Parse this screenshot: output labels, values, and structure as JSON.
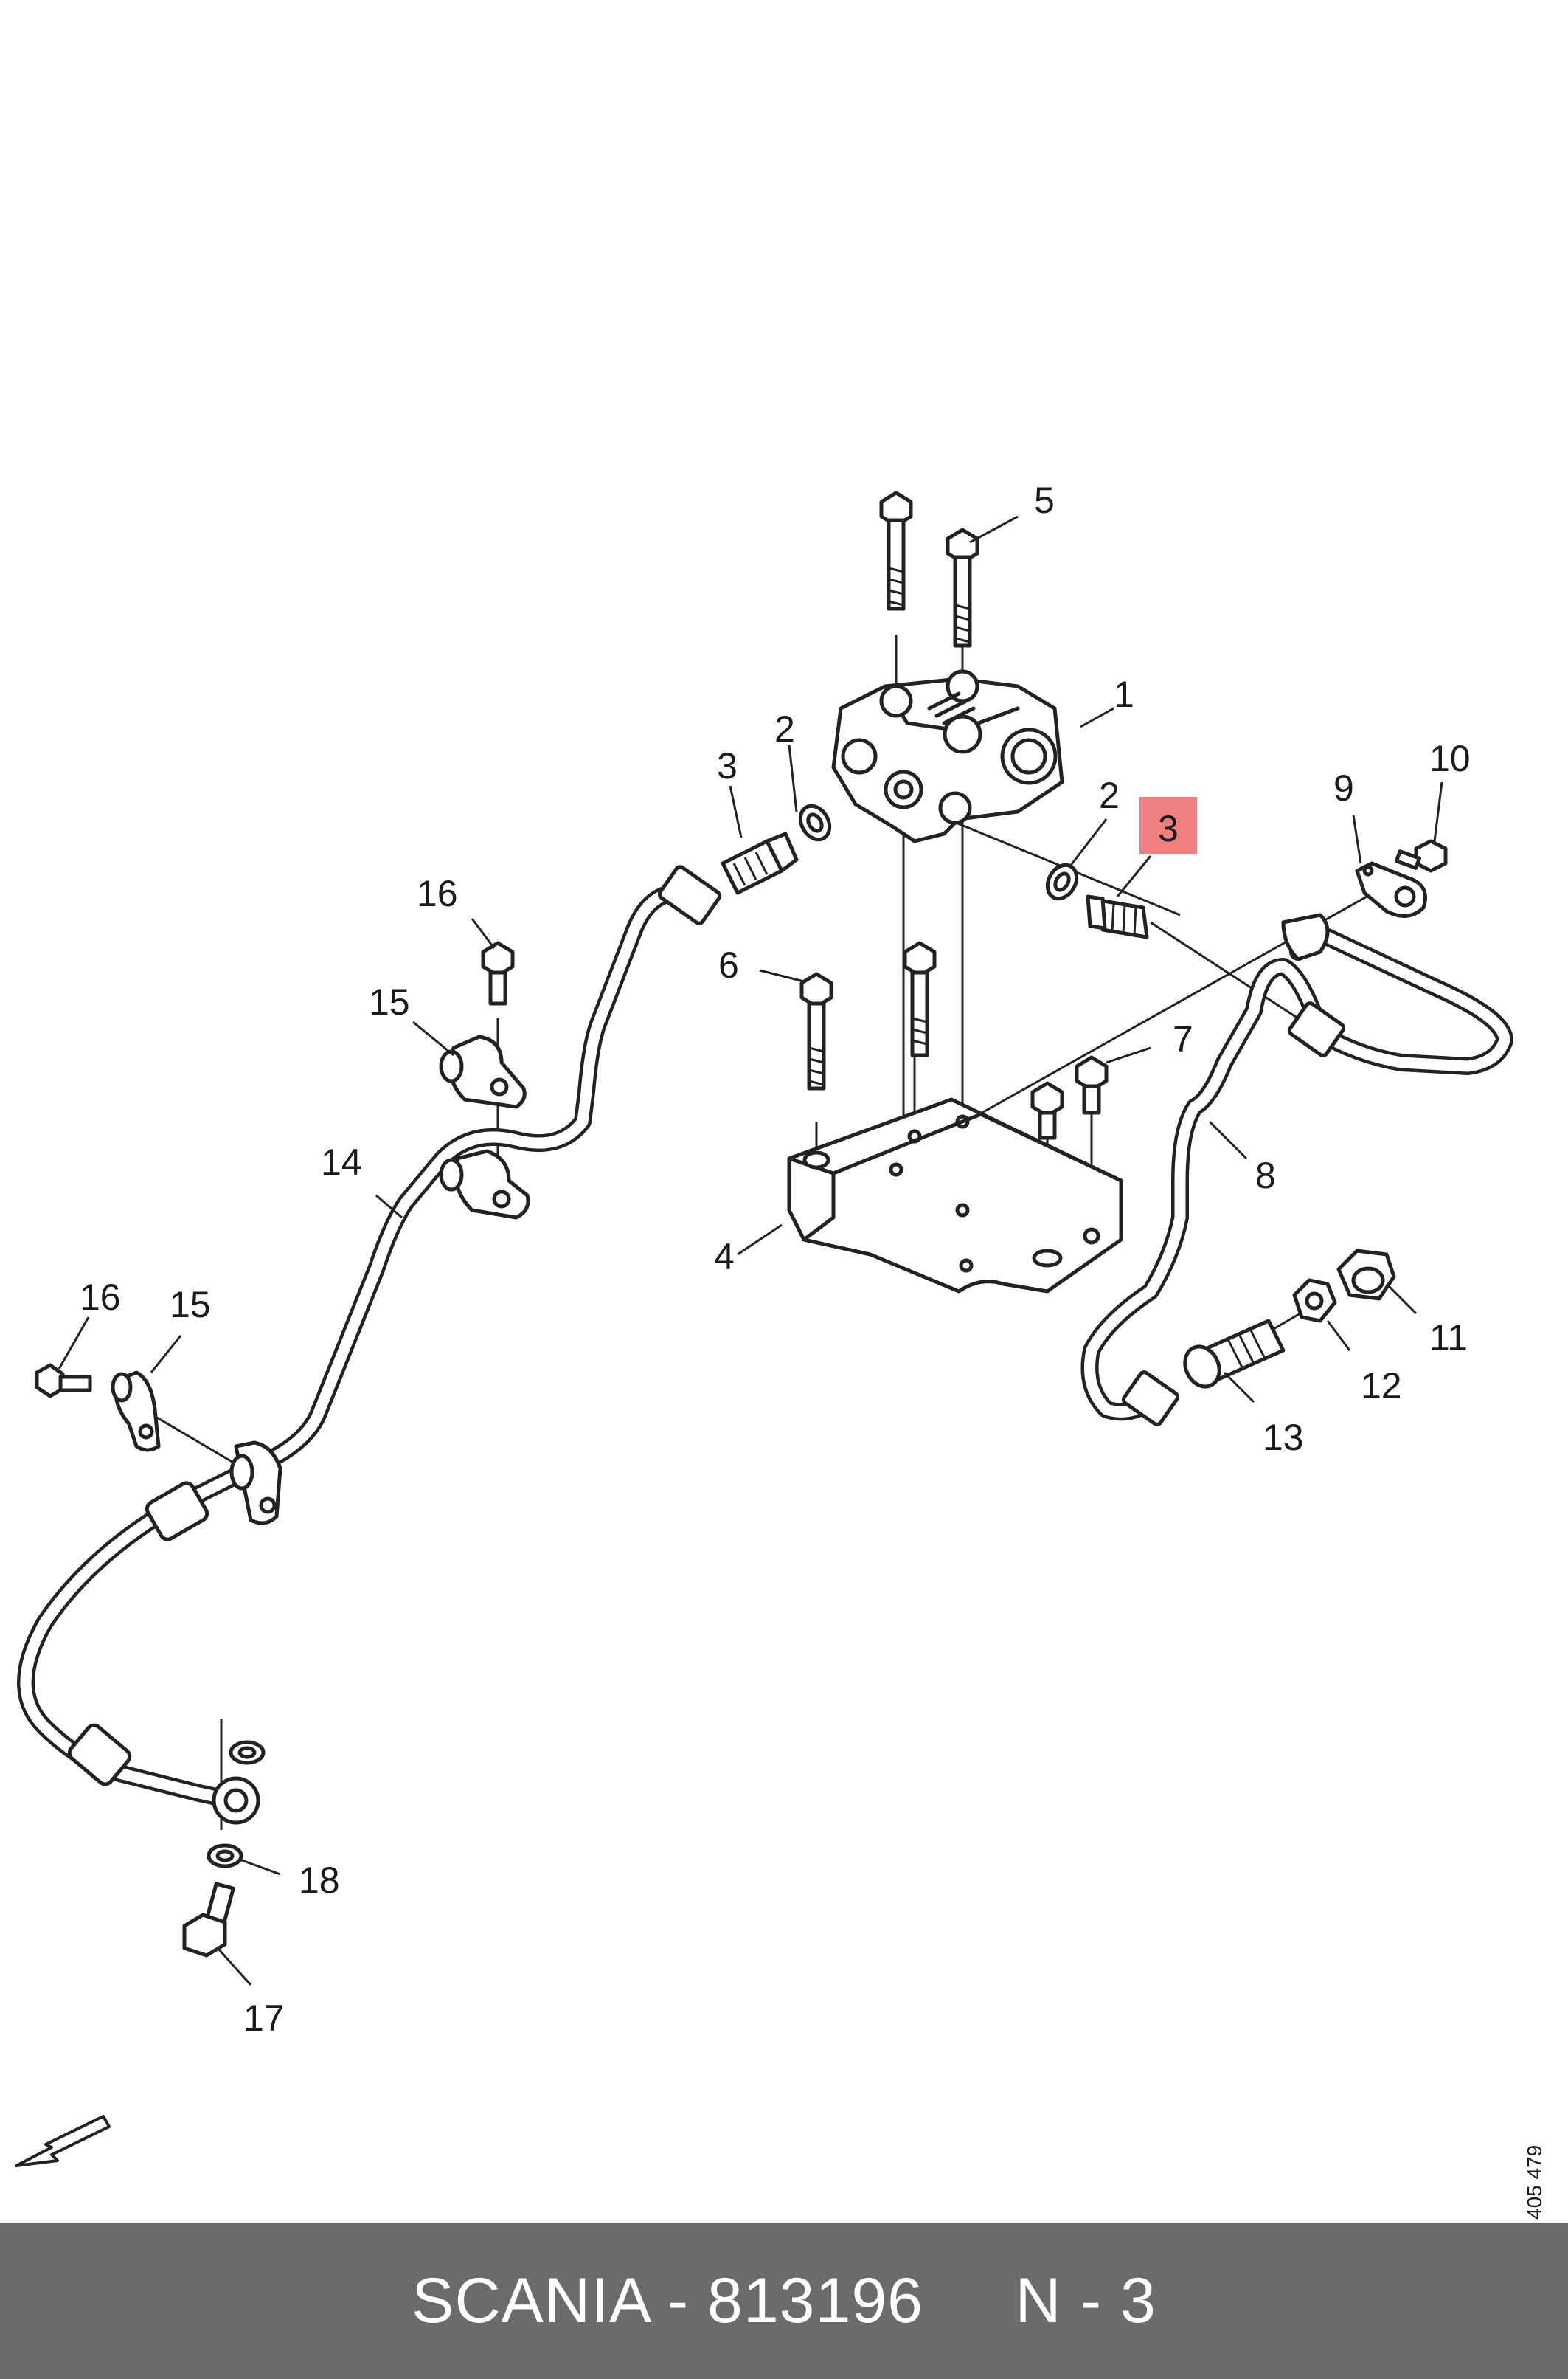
{
  "diagram": {
    "callouts": [
      {
        "id": "1",
        "label": "1"
      },
      {
        "id": "2a",
        "label": "2"
      },
      {
        "id": "2b",
        "label": "2"
      },
      {
        "id": "3a",
        "label": "3"
      },
      {
        "id": "3b",
        "label": "3",
        "highlighted": true
      },
      {
        "id": "4",
        "label": "4"
      },
      {
        "id": "5",
        "label": "5"
      },
      {
        "id": "6",
        "label": "6"
      },
      {
        "id": "7",
        "label": "7"
      },
      {
        "id": "8",
        "label": "8"
      },
      {
        "id": "9",
        "label": "9"
      },
      {
        "id": "10",
        "label": "10"
      },
      {
        "id": "11",
        "label": "11"
      },
      {
        "id": "12",
        "label": "12"
      },
      {
        "id": "13",
        "label": "13"
      },
      {
        "id": "14",
        "label": "14"
      },
      {
        "id": "15a",
        "label": "15"
      },
      {
        "id": "15b",
        "label": "15"
      },
      {
        "id": "16a",
        "label": "16"
      },
      {
        "id": "16b",
        "label": "16"
      },
      {
        "id": "17",
        "label": "17"
      },
      {
        "id": "18",
        "label": "18"
      }
    ],
    "highlight_color": "#f08080",
    "reference_code": "405 479",
    "view_arrow_icon": "direction-arrow-icon"
  },
  "footer": {
    "text": "SCANIA - 813196     N - 3",
    "background": "#6b6b6b",
    "text_color": "#ffffff"
  }
}
